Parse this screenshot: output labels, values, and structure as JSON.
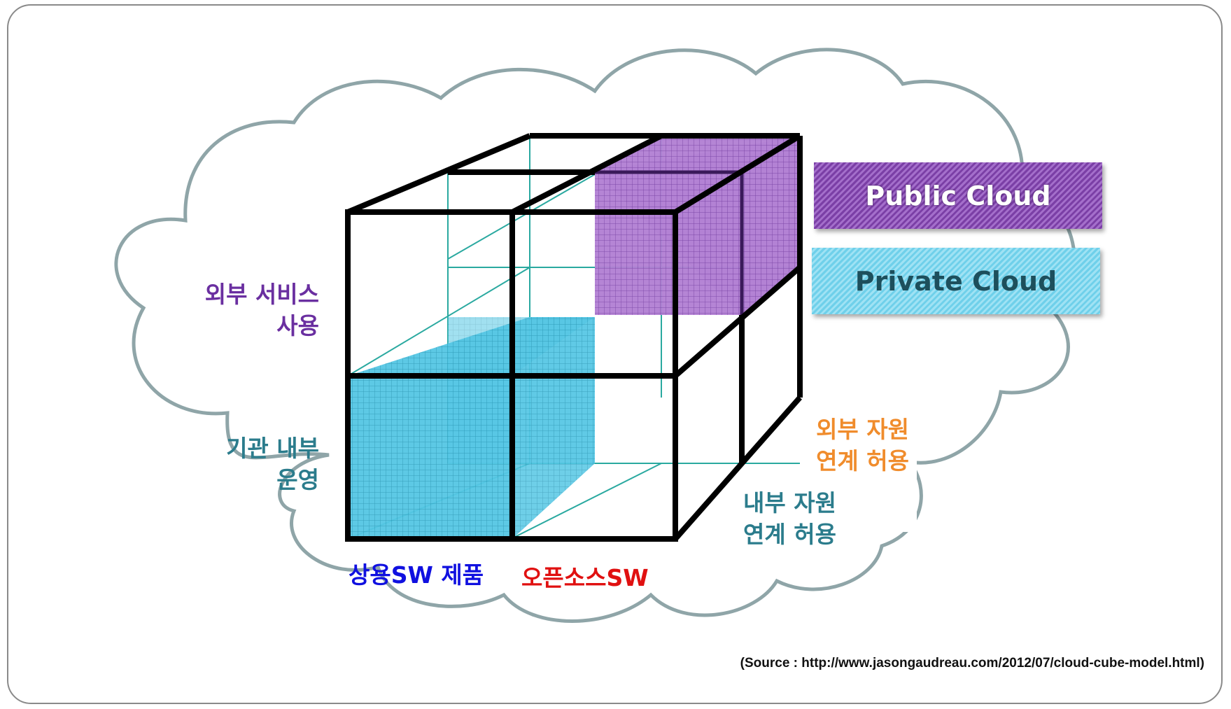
{
  "colors": {
    "purple": "#6a2fa0",
    "teal": "#2b7c8c",
    "orange": "#f08c2c",
    "blue": "#1010e0",
    "red": "#e01010",
    "public_fill": "#a46fcb",
    "private_fill": "#6fd0ea",
    "cloud_outline": "#8fa5a8"
  },
  "legend": {
    "public": "Public Cloud",
    "private": "Private Cloud"
  },
  "axes": {
    "vertical_top": [
      "외부 서비스",
      "사용"
    ],
    "vertical_bottom": [
      "기관 내부",
      "운영"
    ],
    "horizontal_left": "상용SW 제품",
    "horizontal_right": "오픈소스SW",
    "depth_back": [
      "외부 자원",
      "연계 허용"
    ],
    "depth_front": [
      "내부 자원",
      "연계 허용"
    ]
  },
  "source": "(Source : http://www.jasongaudreau.com/2012/07/cloud-cube-model.html)"
}
